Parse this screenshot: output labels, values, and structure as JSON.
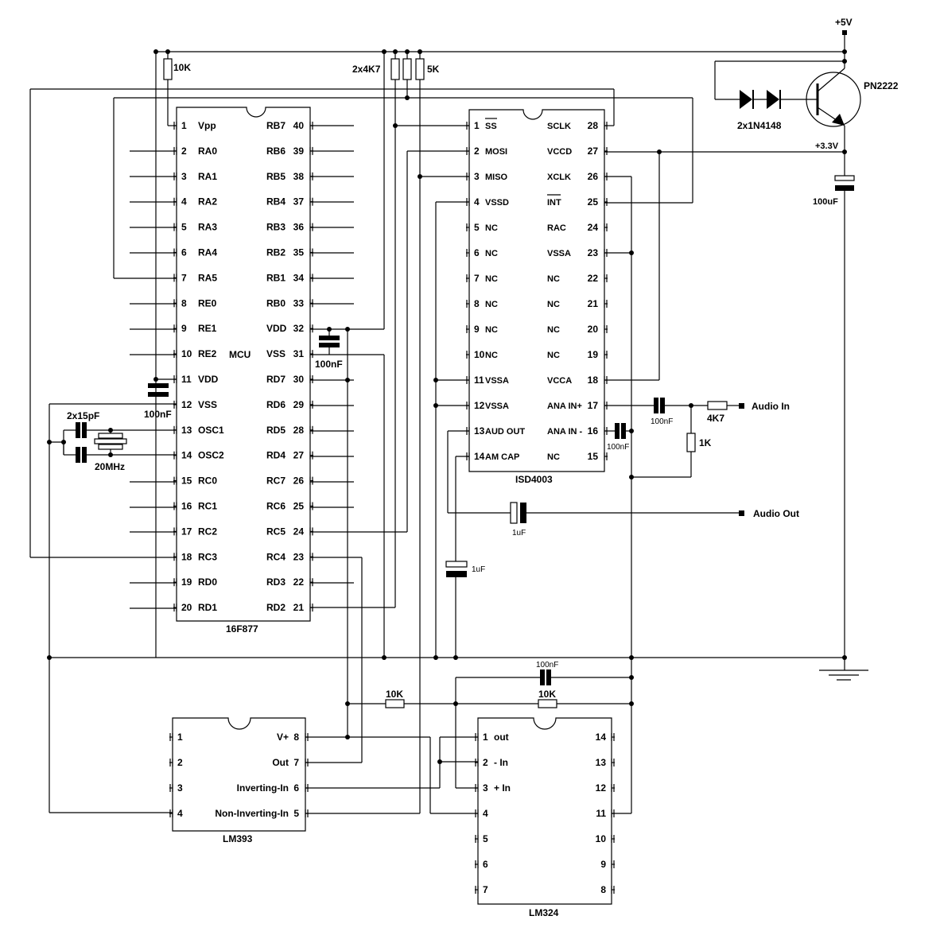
{
  "supplies": {
    "v5": "+5V",
    "v33": "+3.3V"
  },
  "ics": {
    "mcu": {
      "part": "16F877",
      "center": "MCU",
      "left_pins": [
        {
          "n": "1",
          "name": "Vpp"
        },
        {
          "n": "2",
          "name": "RA0"
        },
        {
          "n": "3",
          "name": "RA1"
        },
        {
          "n": "4",
          "name": "RA2"
        },
        {
          "n": "5",
          "name": "RA3"
        },
        {
          "n": "6",
          "name": "RA4"
        },
        {
          "n": "7",
          "name": "RA5"
        },
        {
          "n": "8",
          "name": "RE0"
        },
        {
          "n": "9",
          "name": "RE1"
        },
        {
          "n": "10",
          "name": "RE2"
        },
        {
          "n": "11",
          "name": "VDD"
        },
        {
          "n": "12",
          "name": "VSS"
        },
        {
          "n": "13",
          "name": "OSC1"
        },
        {
          "n": "14",
          "name": "OSC2"
        },
        {
          "n": "15",
          "name": "RC0"
        },
        {
          "n": "16",
          "name": "RC1"
        },
        {
          "n": "17",
          "name": "RC2"
        },
        {
          "n": "18",
          "name": "RC3"
        },
        {
          "n": "19",
          "name": "RD0"
        },
        {
          "n": "20",
          "name": "RD1"
        }
      ],
      "right_pins": [
        {
          "n": "40",
          "name": "RB7"
        },
        {
          "n": "39",
          "name": "RB6"
        },
        {
          "n": "38",
          "name": "RB5"
        },
        {
          "n": "37",
          "name": "RB4"
        },
        {
          "n": "36",
          "name": "RB3"
        },
        {
          "n": "35",
          "name": "RB2"
        },
        {
          "n": "34",
          "name": "RB1"
        },
        {
          "n": "33",
          "name": "RB0"
        },
        {
          "n": "32",
          "name": "VDD"
        },
        {
          "n": "31",
          "name": "VSS"
        },
        {
          "n": "30",
          "name": "RD7"
        },
        {
          "n": "29",
          "name": "RD6"
        },
        {
          "n": "28",
          "name": "RD5"
        },
        {
          "n": "27",
          "name": "RD4"
        },
        {
          "n": "26",
          "name": "RC7"
        },
        {
          "n": "25",
          "name": "RC6"
        },
        {
          "n": "24",
          "name": "RC5"
        },
        {
          "n": "23",
          "name": "RC4"
        },
        {
          "n": "22",
          "name": "RD3"
        },
        {
          "n": "21",
          "name": "RD2"
        }
      ]
    },
    "isd": {
      "part": "ISD4003",
      "left_pins": [
        {
          "n": "1",
          "name": "SS"
        },
        {
          "n": "2",
          "name": "MOSI"
        },
        {
          "n": "3",
          "name": "MISO"
        },
        {
          "n": "4",
          "name": "VSSD"
        },
        {
          "n": "5",
          "name": "NC"
        },
        {
          "n": "6",
          "name": "NC"
        },
        {
          "n": "7",
          "name": "NC"
        },
        {
          "n": "8",
          "name": "NC"
        },
        {
          "n": "9",
          "name": "NC"
        },
        {
          "n": "10",
          "name": "NC"
        },
        {
          "n": "11",
          "name": "VSSA"
        },
        {
          "n": "12",
          "name": "VSSA"
        },
        {
          "n": "13",
          "name": "AUD OUT"
        },
        {
          "n": "14",
          "name": "AM CAP"
        }
      ],
      "right_pins": [
        {
          "n": "28",
          "name": "SCLK"
        },
        {
          "n": "27",
          "name": "VCCD"
        },
        {
          "n": "26",
          "name": "XCLK"
        },
        {
          "n": "25",
          "name": "INT"
        },
        {
          "n": "24",
          "name": "RAC"
        },
        {
          "n": "23",
          "name": "VSSA"
        },
        {
          "n": "22",
          "name": "NC"
        },
        {
          "n": "21",
          "name": "NC"
        },
        {
          "n": "20",
          "name": "NC"
        },
        {
          "n": "19",
          "name": "NC"
        },
        {
          "n": "18",
          "name": "VCCA"
        },
        {
          "n": "17",
          "name": "ANA IN+"
        },
        {
          "n": "16",
          "name": "ANA IN -"
        },
        {
          "n": "15",
          "name": "NC"
        }
      ]
    },
    "lm393": {
      "part": "LM393",
      "left_pins": [
        {
          "n": "1"
        },
        {
          "n": "2"
        },
        {
          "n": "3"
        },
        {
          "n": "4"
        }
      ],
      "right_pins": [
        {
          "n": "8",
          "name": "V+"
        },
        {
          "n": "7",
          "name": "Out"
        },
        {
          "n": "6",
          "name": "Inverting-In"
        },
        {
          "n": "5",
          "name": "Non-Inverting-In"
        }
      ]
    },
    "lm324": {
      "part": "LM324",
      "left_pins": [
        {
          "n": "1",
          "name": "out"
        },
        {
          "n": "2",
          "name": "- In"
        },
        {
          "n": "3",
          "name": "+ In"
        },
        {
          "n": "4",
          "name": ""
        },
        {
          "n": "5",
          "name": ""
        },
        {
          "n": "6",
          "name": ""
        },
        {
          "n": "7",
          "name": ""
        }
      ],
      "right_pins": [
        {
          "n": "14"
        },
        {
          "n": "13"
        },
        {
          "n": "12"
        },
        {
          "n": "11"
        },
        {
          "n": "10"
        },
        {
          "n": "9"
        },
        {
          "n": "8"
        }
      ]
    }
  },
  "components": {
    "r_vpp": "10K",
    "r_pullups": "2x4K7",
    "r_5k": "5K",
    "transistor": "PN2222",
    "diodes": "2x1N4148",
    "c_bulk": "100uF",
    "c_mcu_vdd": "100nF",
    "c_mcu_vdd2": "100nF",
    "c_osc": "2x15pF",
    "crystal": "20MHz",
    "c_ana_in_plus": "100nF",
    "c_ana_in_minus": "100nF",
    "r_audio_in": "4K7",
    "r_1k": "1K",
    "c_audio_out": "1uF",
    "c_am_cap": "1uF",
    "r_10k_a": "10K",
    "r_10k_b": "10K",
    "c_opamp": "100nF"
  },
  "ports": {
    "audio_in": "Audio In",
    "audio_out": "Audio Out"
  }
}
